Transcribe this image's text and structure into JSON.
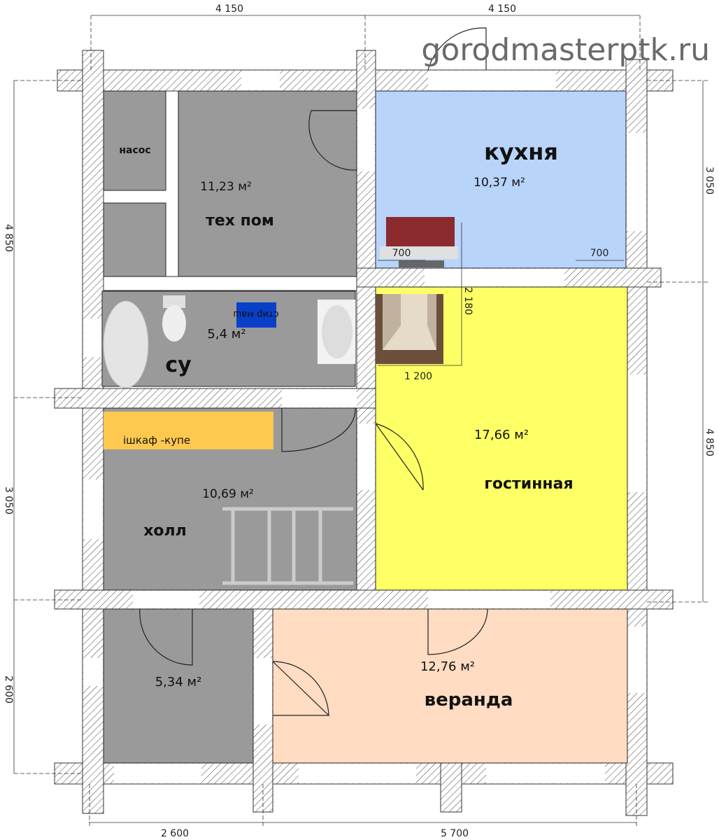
{
  "watermark": "gorodmasterptk.ru",
  "dimensions": {
    "top_left": "4 150",
    "top_right": "4 150",
    "left_top": "4 850",
    "left_middle": "3 050",
    "left_bottom": "2 600",
    "right_top": "3 050",
    "right_bottom": "4 850",
    "bottom_left": "2 600",
    "bottom_right": "5 700",
    "kitchen_left": "700",
    "kitchen_right": "700",
    "fireplace_width": "1 200",
    "fireplace_depth": "2 180"
  },
  "rooms": {
    "pump": {
      "name": "насос"
    },
    "tech": {
      "name": "тех пом",
      "area": "11,23 м²"
    },
    "kitchen": {
      "name": "кухня",
      "area": "10,37 м²"
    },
    "bathroom": {
      "name": "су",
      "area": "5,4 м²",
      "washer": "стир маш"
    },
    "hall": {
      "name": "холл",
      "area": "10,69 м²",
      "wardrobe": "ішкаф -купе"
    },
    "living": {
      "name": "гостинная",
      "area": "17,66 м²"
    },
    "storage": {
      "area": "5,34 м²"
    },
    "veranda": {
      "name": "веранда",
      "area": "12,76 м²"
    }
  },
  "colors": {
    "gray_room": "#9a9a9a",
    "kitchen": "#b8d4fb",
    "living": "#ffff66",
    "veranda": "#ffdcc2",
    "wardrobe": "#ffc94f"
  }
}
